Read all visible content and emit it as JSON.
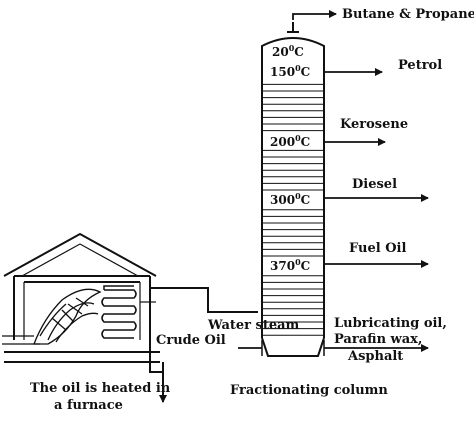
{
  "products": {
    "top": "Butane & Propane",
    "petrol": "Petrol",
    "kerosene": "Kerosene",
    "diesel": "Diesel",
    "fuel_oil": "Fuel Oil",
    "bottom_line1": "Lubricating oil,",
    "bottom_line2": "Parafin wax,",
    "bottom_line3": "Asphalt"
  },
  "temperatures": {
    "t20": "20",
    "t150": "150",
    "t200": "200",
    "t300": "300",
    "t370": "370",
    "unit_sup": "0",
    "unit": "C"
  },
  "inputs": {
    "water_steam": "Water steam",
    "crude_oil": "Crude Oil"
  },
  "captions": {
    "furnace_line1": "The oil is heated in",
    "furnace_line2": "a furnace",
    "column": "Fractionating column"
  }
}
